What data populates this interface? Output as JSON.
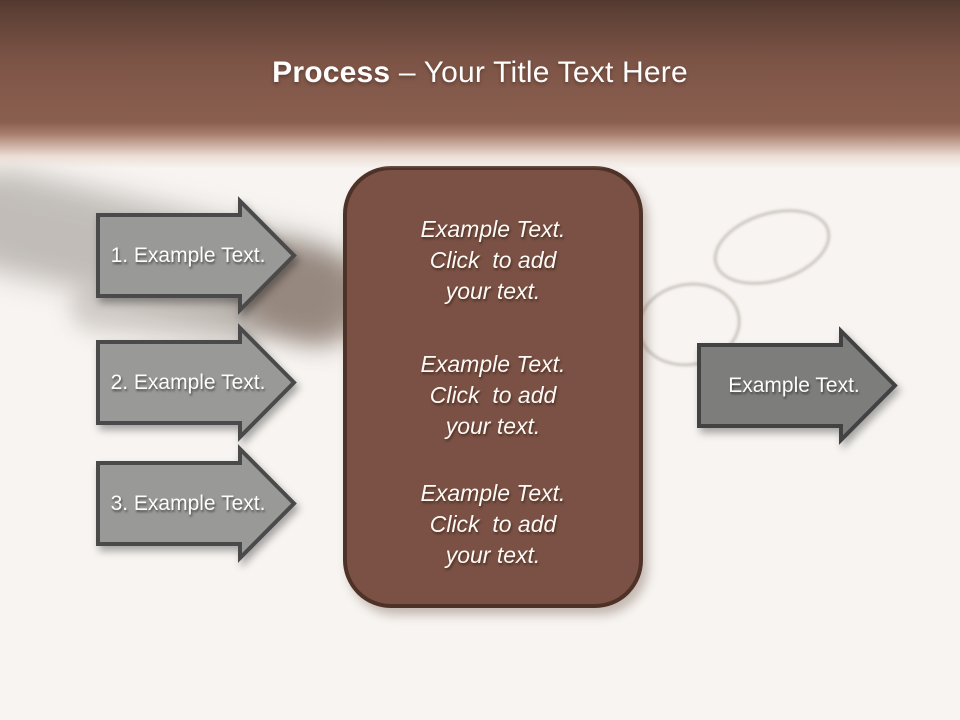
{
  "title": {
    "bold": "Process",
    "rest": " – Your Title Text Here"
  },
  "left_arrows": [
    {
      "label": "1. Example Text."
    },
    {
      "label": "2. Example Text."
    },
    {
      "label": "3. Example Text."
    }
  ],
  "center_panel": {
    "blocks": [
      "Example Text.\nClick  to add\nyour text.",
      "Example Text.\nClick  to add\nyour text.",
      "Example Text.\nClick  to add\nyour text."
    ]
  },
  "right_arrow": {
    "label": "Example Text."
  },
  "colors": {
    "header_brown_dark": "#523930",
    "header_brown": "#8a5f50",
    "panel_fill": "#7a5144",
    "panel_border": "#4e3227",
    "left_arrow_fill": "#999997",
    "right_arrow_fill": "#7d7d7c",
    "arrow_border": "#4a4a4a",
    "background": "#f7f4f1",
    "text_white": "#fdfdfd"
  }
}
